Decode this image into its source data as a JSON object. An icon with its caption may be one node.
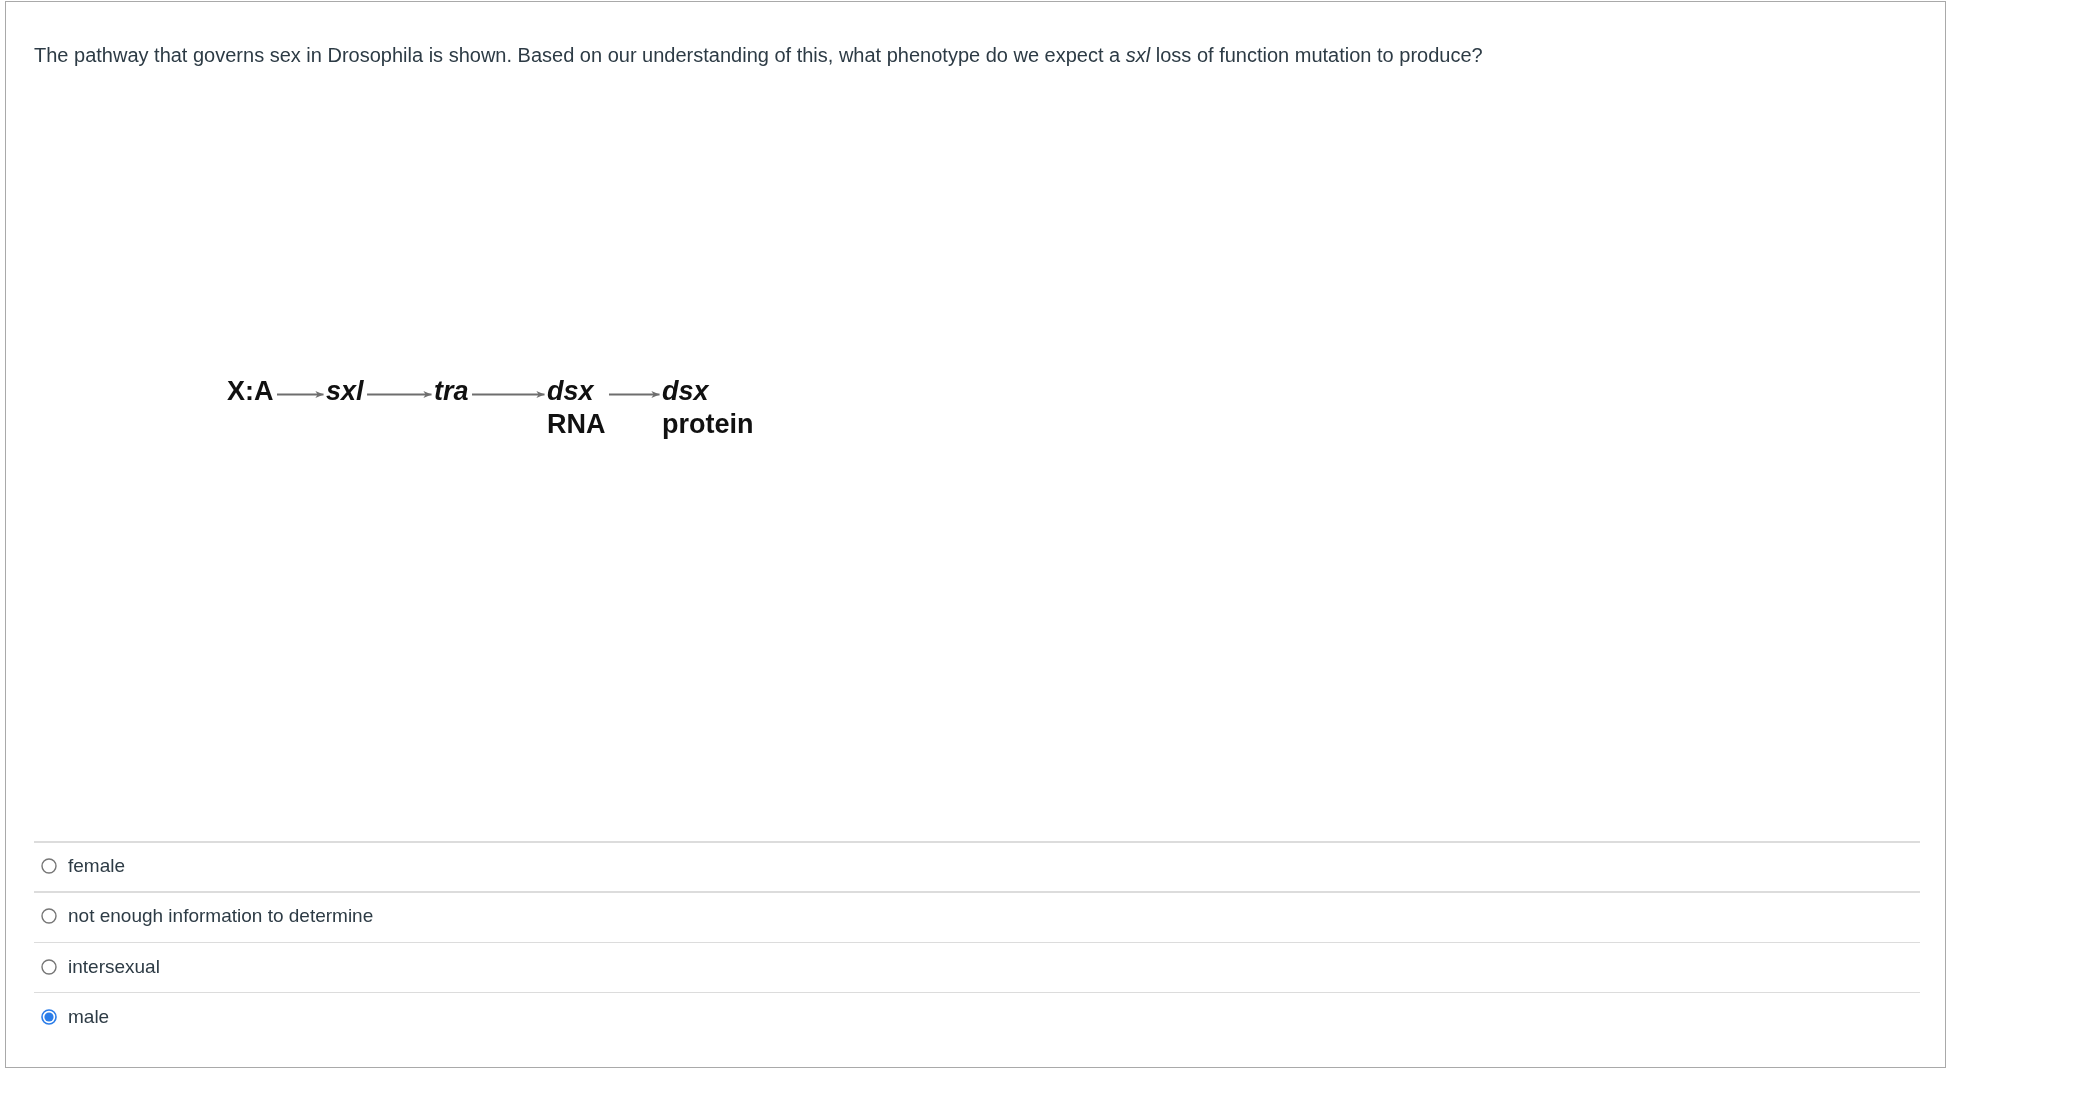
{
  "diagram": {
    "title": "The pathway that governs sex in Drosophila is shown. Based on our understanding of this, what phenotype do we expect a *sxl* loss of function mutation to produce?",
    "nodes": [
      {
        "text": [
          "X:A"
        ]
      },
      {
        "text": [
          "sxl"
        ]
      },
      {
        "text": [
          "tra"
        ]
      },
      {
        "text": [
          "*dsx* RNA"
        ]
      },
      {
        "text": [
          "*dsx* protein"
        ]
      }
    ],
    "edges": [
      {
        "from": 0,
        "to": 1,
        "arrow": "to"
      },
      {
        "from": 1,
        "to": 2,
        "arrow": "to"
      },
      {
        "from": 2,
        "to": 3,
        "arrow": "to"
      },
      {
        "from": 3,
        "to": 4,
        "arrow": "to"
      }
    ],
    "labels": [
      "female",
      "not enough information to determine",
      "intersexual",
      "male"
    ]
  }
}
